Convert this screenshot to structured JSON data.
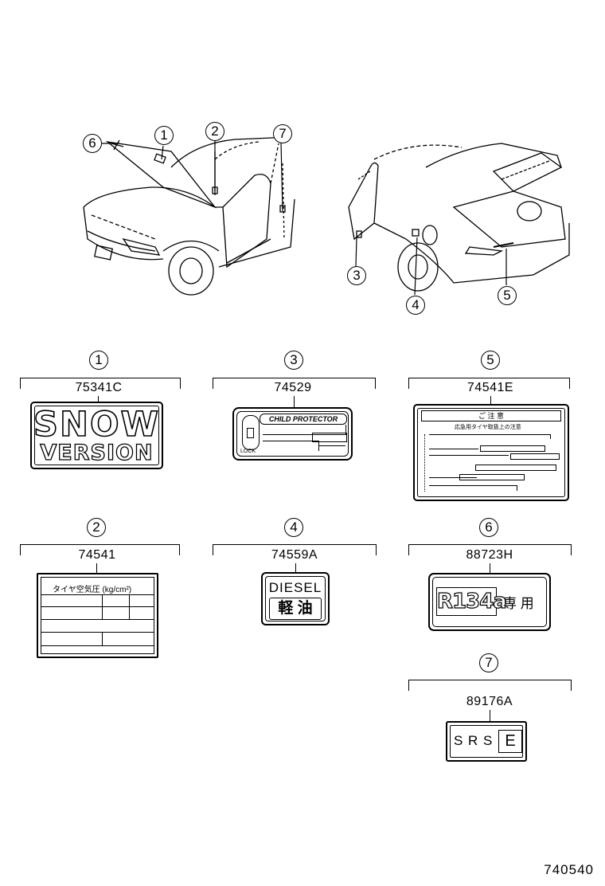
{
  "callout_numbers": [
    "1",
    "2",
    "3",
    "4",
    "5",
    "6",
    "7"
  ],
  "parts": [
    {
      "ref": "1",
      "number": "75341C",
      "line1": "SNOW",
      "line2": "VERSION"
    },
    {
      "ref": "3",
      "number": "74529",
      "header": "CHILD PROTECTOR",
      "lock": "LOCK"
    },
    {
      "ref": "5",
      "number": "74541E",
      "header": "ご 注 意",
      "subheader": "応急用タイヤ取扱上の注意"
    },
    {
      "ref": "2",
      "number": "74541",
      "header": "タイヤ空気圧 (kg/cm²)"
    },
    {
      "ref": "4",
      "number": "74559A",
      "line1": "DIESEL",
      "line2": "軽 油"
    },
    {
      "ref": "6",
      "number": "88723H",
      "line1": "R134a",
      "line2": "専 用"
    },
    {
      "ref": "7",
      "number": "89176A",
      "line1": "S R S",
      "line2": "E"
    }
  ],
  "illustration_number": "740540"
}
